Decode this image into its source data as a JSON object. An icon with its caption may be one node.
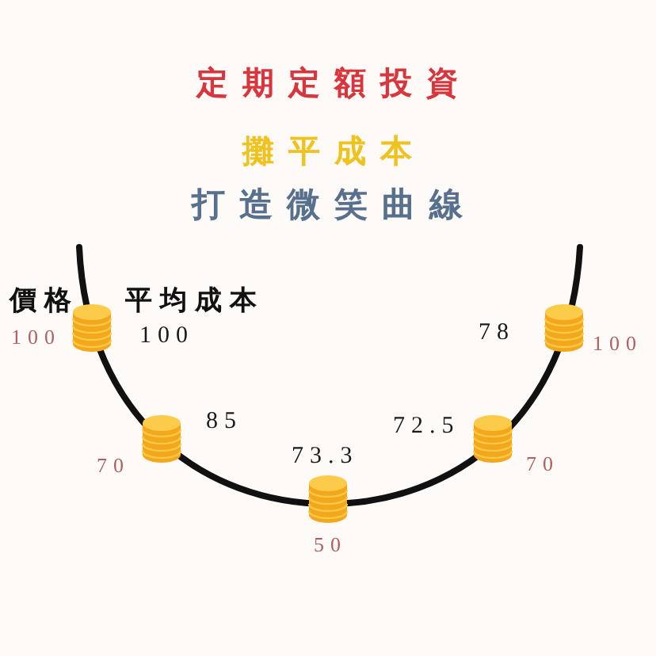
{
  "diagram": {
    "title": "定期定額投資",
    "labels": [
      "攤平成本",
      "打造微笑曲線",
      "價格",
      "平均成本",
      "100",
      "100",
      "78",
      "100",
      "85",
      "72.5",
      "70",
      "73.3",
      "70",
      "50"
    ]
  }
}
